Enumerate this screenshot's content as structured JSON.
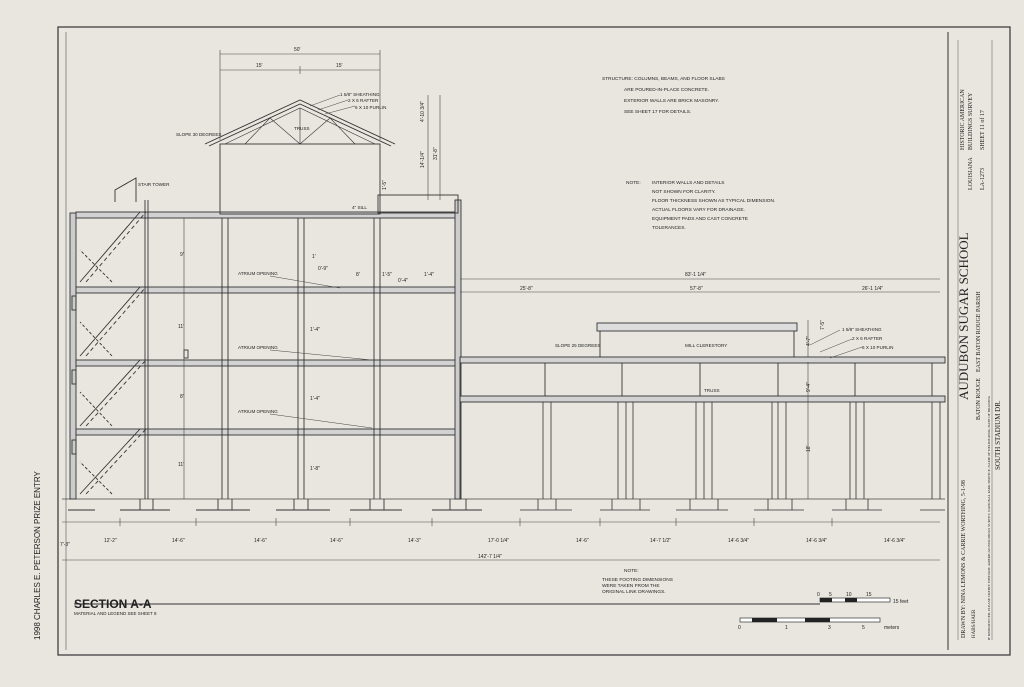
{
  "section": {
    "title": "SECTION A-A",
    "subtitle": "MATERIAL AND LEGEND SEE SHEET 8"
  },
  "side_credit": "1998 CHARLES E. PETERSON PRIZE ENTRY",
  "notes": {
    "structure": [
      "STRUCTURE: COLUMNS, BEAMS, AND FLOOR SLABS",
      "ARE POURED-IN-PLACE CONCRETE.",
      "EXTERIOR WALLS ARE BRICK MASONRY.",
      "SEE SHEET 17 FOR DETAILS."
    ],
    "note_label": "NOTE:",
    "interior": [
      "INTERIOR WALLS AND DETAILS",
      "NOT SHOWN FOR CLARITY.",
      "FLOOR THICKNESS SHOWN AS TYPICAL DIMENSION.",
      "ACTUAL FLOORS VARY FOR DRAINAGE.",
      "EQUIPMENT PADS AND CAST CONCRETE",
      "TOLERANCES."
    ],
    "footing_label": "NOTE:",
    "footing": [
      "THESE FOOTING DIMENSIONS",
      "WERE TAKEN FROM THE",
      "ORIGINAL LINK DRAWINGS."
    ]
  },
  "labels": {
    "stair_tower": "STAIR TOWER",
    "slope_left": "SLOPE 30 DEGREES",
    "truss_top": "TRUSS",
    "sheathing_top": "1 5/8\" SHEATHING",
    "rafter_top": "2 X 6 RAFTER",
    "purlin_top": "6 X 10 PURLIN",
    "sill": "4\" SILL",
    "atrium_1": "ATRIUM OPENING",
    "atrium_2": "ATRIUM OPENING",
    "atrium_3": "ATRIUM OPENING",
    "slope_right": "SLOPE 25 DEGREES",
    "mill_clerestory": "MILL CLERESTORY",
    "sheathing_right": "1 5/8\" SHEATHING",
    "rafter_right": "2 X 6 RAFTER",
    "purlin_right": "6 X 10 PURLIN",
    "truss_right": "TRUSS"
  },
  "dims": {
    "top_50": "50'",
    "top_15": "15'",
    "top_15b": "15'",
    "v_roof": "4'-10 3/4\"",
    "v_clear": "14'-1/4\"",
    "v_total": "31'-8\"",
    "v_sill": "1'-5\"",
    "floor_gap1": "1'",
    "floor_8": "8'",
    "floor_1_5": "1'-5\"",
    "floor_0_9": "0'-9\"",
    "floor_0_4": "0'-4\"",
    "floor_1_4a": "1'-4\"",
    "h_1_4": "1'-4\"",
    "h_1_4b": "1'-4\"",
    "h_1_8": "1'-8\"",
    "storey": [
      "9'",
      "11'",
      "8'",
      "11'"
    ],
    "right_total": "83'-1 1/4\"",
    "right_a": "25'-8\"",
    "right_b": "57'-8\"",
    "right_c": "26'-1 1/4\"",
    "clerestory_h": "7'-5\"",
    "shed_1": "4'-7\"",
    "shed_2": "9'-4\"",
    "shed_3": "18'",
    "bottom": [
      "7'-3\"",
      "12'-2\"",
      "14'-6\"",
      "14'-6\"",
      "14'-6\"",
      "14'-3\"",
      "17'-0 1/4\"",
      "14'-6\"",
      "14'-7 1/2\"",
      "14'-6 3/4\"",
      "14'-6 3/4\"",
      "14'-6 3/4\""
    ],
    "bottom_total": "142'-7 1/4\""
  },
  "scale": {
    "feet_ticks": [
      "0",
      "5",
      "10",
      "15"
    ],
    "feet_unit": "15 feet",
    "meter_ticks": [
      "0",
      "1",
      "3",
      "5"
    ],
    "meter_unit": "meters"
  },
  "title_block": {
    "name": "AUDUBON SUGAR SCHOOL",
    "parish": "EAST BATON ROUGE PARISH",
    "city": "BATON ROUGE",
    "state": "LOUISIANA",
    "address": "SOUTH STADIUM DR.",
    "drawn_by": "DRAWN BY: NINA LEMONS & CARRIE WORTHING, 5-1-98",
    "hms_line1": "HISTORIC AMERICAN",
    "hms_line2": "BUILDINGS SURVEY",
    "sheet_no": "SHEET 11 of 17",
    "survey_no": "LA-1273",
    "office": "HABS/HAER",
    "small_text": "IF REPRODUCED, PLEASE CREDIT: HISTORIC AMERICAN BUILDINGS SURVEY, NATIONAL PARK SERVICE, NAME OF DELINEATOR, DATE OF DRAWING"
  }
}
